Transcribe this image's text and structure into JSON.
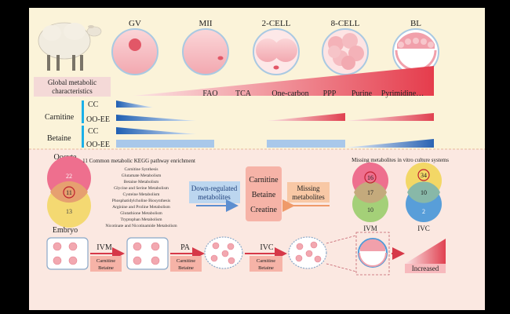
{
  "stages": [
    "GV",
    "MII",
    "2-CELL",
    "8-CELL",
    "BL"
  ],
  "global_label_line1": "Global metabolic",
  "global_label_line2": "characteristics",
  "pathways": [
    "FAO",
    "TCA",
    "One-carbon",
    "PPP",
    "Purine",
    "Pyrimidine…"
  ],
  "carnitine_label": "Carnitine",
  "betaine_label": "Betaine",
  "cc_label": "CC",
  "ooee_label": "OO-EE",
  "oocyte_label": "Oocyte",
  "embryo_label": "Embryo",
  "venn_left": {
    "top": "22",
    "mid": "11",
    "bottom": "13"
  },
  "kegg_title": "11 Common metabolic KEGG pathway enrichment",
  "kegg_items": [
    "Carnitine Synthesis",
    "Glutamate Metabolism",
    "Betaine Metabolism",
    "Glycine and Serine Metabolism",
    "Cysteine Metabolism",
    "Phosphatidylcholine Biosynthesis",
    "Arginine and Proline Metabolism",
    "Glutathione Metabolism",
    "Tryptophan Metabolism",
    "Nicotinate and Nicotinamide Metabolism"
  ],
  "down_regulated_line1": "Down-regulated",
  "down_regulated_line2": "metabolites",
  "center_metabolites": [
    "Carnitine",
    "Betaine",
    "Creatine"
  ],
  "missing_line1": "Missing",
  "missing_line2": "metabolites",
  "missing_systems_title": "Missing metabolites in vitro culture systems",
  "venn_ivm": {
    "top": "16",
    "mid": "17",
    "bottom": "10",
    "label": "IVM"
  },
  "venn_ivc": {
    "top": "34",
    "mid": "10",
    "bottom": "2",
    "label": "IVC"
  },
  "process": [
    {
      "label": "IVM",
      "supp1": "Carnitine",
      "supp2": "Betaine"
    },
    {
      "label": "PA",
      "supp1": "Carnitine",
      "supp2": "Betaine"
    },
    {
      "label": "IVC",
      "supp1": "Carnitine",
      "supp2": "Betaine"
    }
  ],
  "increased_label": "Increased",
  "colors": {
    "top_bg": "#fbf3d9",
    "bottom_bg": "#fbe8e1",
    "blue": "#2f6cb8",
    "red": "#e04050",
    "venn_red": "#ee6f8e",
    "venn_yellow": "#f3d766",
    "venn_green": "#9fcf72",
    "venn_blue": "#4f9ad8",
    "metabolite_box": "#f6b3a7",
    "missing_box": "#f8c8a5"
  }
}
